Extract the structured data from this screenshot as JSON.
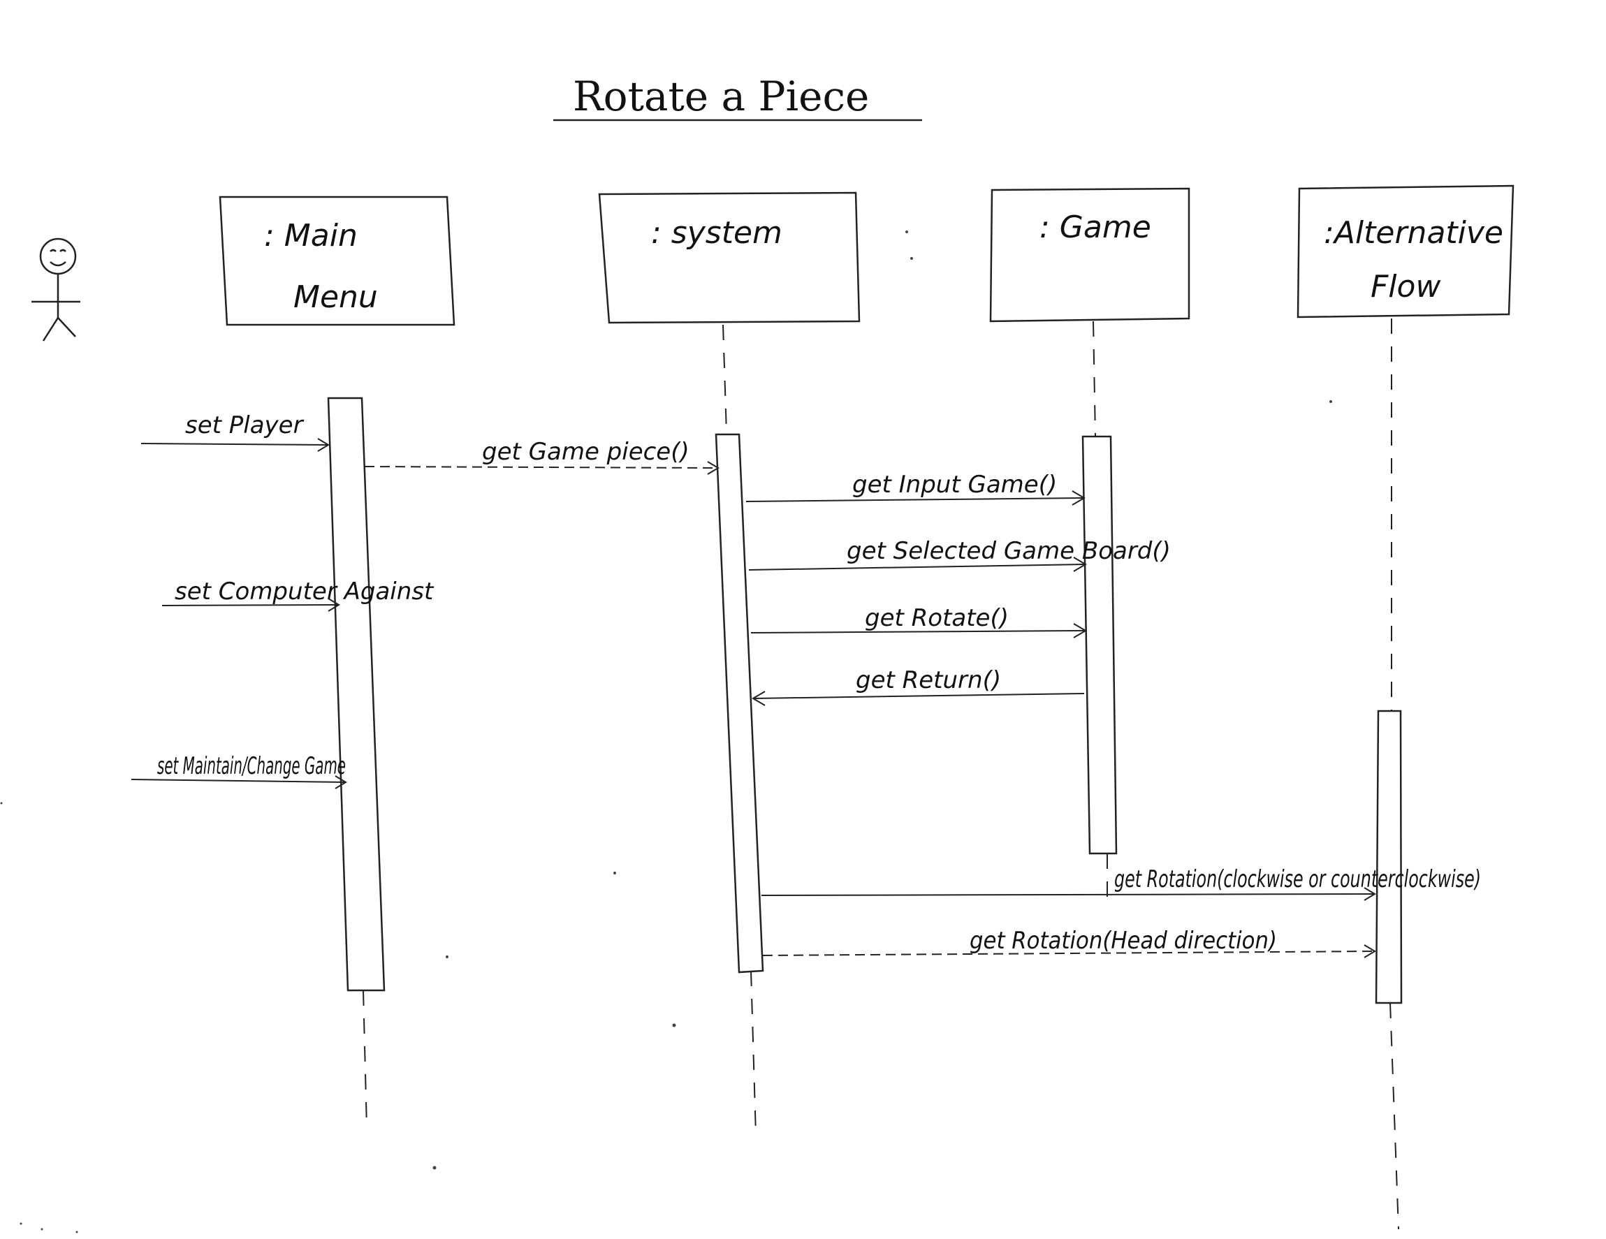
{
  "title": "Rotate a Piece",
  "participants": [
    {
      "line1": ": Main",
      "line2": "Menu"
    },
    {
      "line1": ": system",
      "line2": ""
    },
    {
      "line1": ": Game",
      "line2": ""
    },
    {
      "line1": ":Alternative",
      "line2": "Flow"
    }
  ],
  "messages": [
    "set Player",
    "get Game piece()",
    "get Input Game()",
    "get Selected Game Board()",
    "set Computer Against",
    "get Rotate()",
    "get Return()",
    "set Maintain/Change Game",
    "get Rotation(clockwise or counterclockwise)",
    "get Rotation(Head direction)"
  ]
}
